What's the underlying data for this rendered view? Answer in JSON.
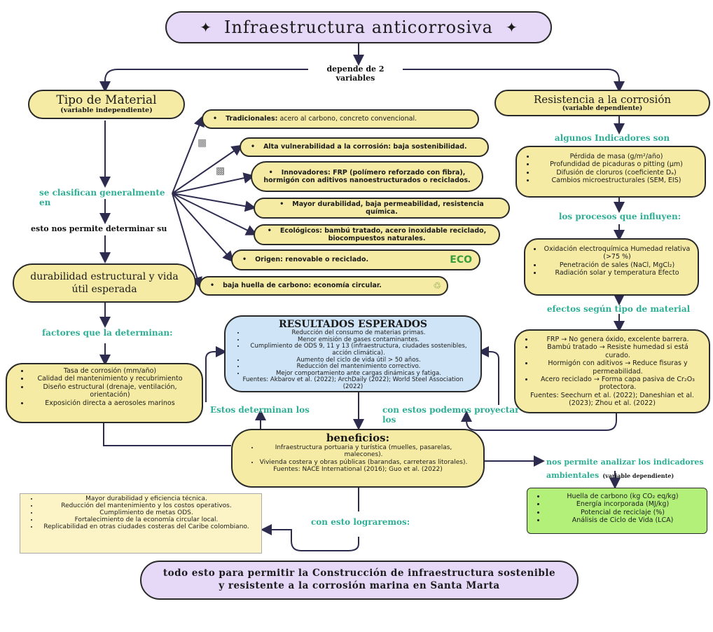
{
  "title": "Infraestructura anticorrosiva",
  "title_star": "✦",
  "depends": "depende de 2 variables",
  "material": {
    "title": "Tipo de Material",
    "subtitle": "(variable independiente)",
    "classify": "se clasifican generalmente en",
    "determine": "esto nos permite determinar su",
    "durability": "durabilidad estructural y vida útil esperada",
    "factors_label": "factores que la determinan:",
    "factors": [
      "Tasa de corrosión (mm/año)",
      "Calidad del mantenimiento y recubrimiento",
      "Diseño estructural (drenaje, ventilación, orientación)",
      "Exposición directa a aerosoles marinos"
    ]
  },
  "categories": [
    {
      "bold": "Tradicionales:",
      "text": " acero al carbono, concreto convencional."
    },
    {
      "bold": "",
      "text": "Alta vulnerabilidad a la corrosión: baja sostenibilidad."
    },
    {
      "bold": "",
      "text": "Innovadores: FRP (polímero reforzado con fibra), hormigón con aditivos nanoestructurados o reciclados."
    },
    {
      "bold": "",
      "text": "Mayor durabilidad, baja permeabilidad, resistencia química."
    },
    {
      "bold": "",
      "text": "Ecológicos: bambú tratado, acero inoxidable reciclado, biocompuestos naturales."
    },
    {
      "bold": "",
      "text": "Origen: renovable o reciclado."
    },
    {
      "bold": "",
      "text": "baja huella de carbono: economía circular."
    }
  ],
  "eco_badge": "ECO",
  "resistance": {
    "title": "Resistencia a la corrosión",
    "subtitle": "(variable dependiente)",
    "indicators_label": "algunos Indicadores son",
    "indicators": [
      "Pérdida de masa (g/m²/año)",
      "Profundidad de picaduras o pitting (µm)",
      "Difusión de cloruros (coeficiente Dₐ)",
      "Cambios microestructurales (SEM, EIS)"
    ],
    "processes_label": "los procesos que influyen:",
    "processes": [
      "Oxidación electroquímica Humedad relativa (>75 %)",
      "Penetración de sales (NaCl, MgCl₂)",
      "Radiación solar y temperatura Efecto"
    ],
    "effects_label": "efectos según tipo de material",
    "effects": [
      "FRP → No genera óxido, excelente barrera.",
      "Bambú tratado → Resiste humedad si está curado.",
      "Hormigón con aditivos → Reduce fisuras y permeabilidad.",
      "Acero reciclado → Forma capa pasiva de Cr₂O₃ protectora."
    ],
    "effects_sources": "Fuentes: Seechurn et al. (2022); Daneshian et al. (2023); Zhou et al. (2022)"
  },
  "results": {
    "title": "RESULTADOS ESPERADOS",
    "items": [
      "Reducción del consumo de materias primas.",
      "Menor emisión de gases contaminantes.",
      "Cumplimiento de ODS 9, 11 y 13 (infraestructura, ciudades sostenibles, acción climática).",
      "Aumento del ciclo de vida útil > 50 años.",
      "Reducción del mantenimiento correctivo.",
      "Mejor comportamiento ante cargas dinámicas y fatiga."
    ],
    "sources": "Fuentes: Akbarov et al. (2022); ArchDaily (2022); World Steel Association (2022)"
  },
  "determine_label": "Estos determinan  los",
  "project_label": "con estos podemos proyectar los",
  "benefits": {
    "title": "beneficios:",
    "items": [
      "Infraestructura portuaria y turística (muelles, pasarelas, malecones).",
      "Vivienda costera y obras públicas (barandas, carreteras litorales)."
    ],
    "sources": "Fuentes: NACE International (2016); Guo et al. (2022)"
  },
  "analyze_label": "nos permite analizar los indicadores ambientales",
  "analyze_sub": "(variable dependiente)",
  "env_indicators": [
    "Huella de carbono (kg CO₂ eq/kg)",
    "Energía incorporada (MJ/kg)",
    "Potencial de reciclaje (%)",
    "Análisis de Ciclo de Vida (LCA)"
  ],
  "achieve_label": "con esto lograremos:",
  "achievements": [
    "Mayor durabilidad y eficiencia técnica.",
    "Reducción del mantenimiento y los costos operativos.",
    "Cumplimiento de metas ODS.",
    "Fortalecimiento de la economía circular local.",
    "Replicabilidad en otras ciudades costeras del Caribe colombiano."
  ],
  "conclusion": "todo esto para permitir la Construcción de infraestructura sostenible y resistente a la corrosión marina en Santa Marta"
}
